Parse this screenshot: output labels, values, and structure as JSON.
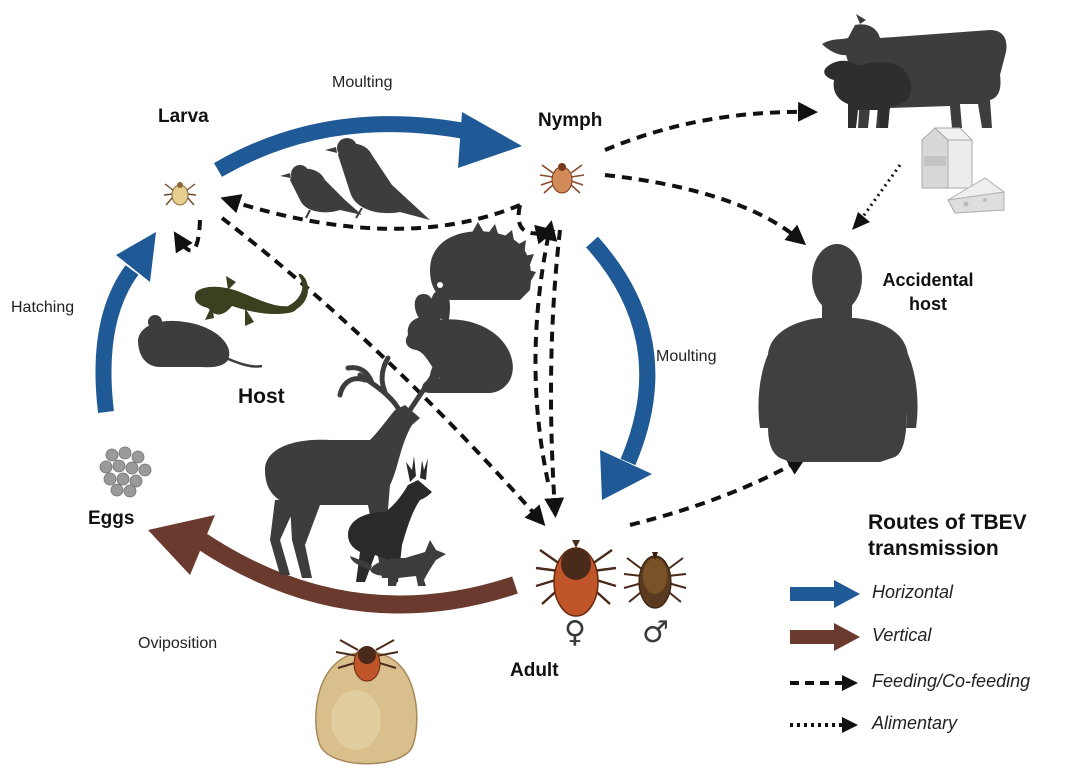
{
  "stages": {
    "larva": "Larva",
    "nymph": "Nymph",
    "adult": "Adult",
    "eggs": "Eggs"
  },
  "processes": {
    "moulting_top": "Moulting",
    "moulting_right": "Moulting",
    "hatching": "Hatching",
    "oviposition": "Oviposition"
  },
  "host_label": "Host",
  "accidental_host": {
    "line1": "Accidental",
    "line2": "host"
  },
  "sex_symbols": {
    "female": "♀",
    "male": "♂"
  },
  "legend": {
    "title_line1": "Routes of TBEV",
    "title_line2": "transmission",
    "items": [
      {
        "label": "Horizontal",
        "color": "#1f5a96",
        "style": "solid-thick"
      },
      {
        "label": "Vertical",
        "color": "#6b3a2e",
        "style": "solid-thick"
      },
      {
        "label": "Feeding/Co-feeding",
        "color": "#111111",
        "style": "dashed"
      },
      {
        "label": "Alimentary",
        "color": "#111111",
        "style": "dotted"
      }
    ]
  },
  "colors": {
    "horizontal": "#1f5a96",
    "vertical": "#6b3a2e",
    "silhouette": "#3d3d3d",
    "tick_red": "#c0552a",
    "tick_brown": "#6b4a2a",
    "egg_mass": "#d8bf8c"
  },
  "icons": [
    "larva-tick-icon",
    "nymph-tick-icon",
    "female-adult-tick-icon",
    "male-adult-tick-icon",
    "egg-cluster-icon",
    "engorged-tick-with-eggs-icon",
    "birds-icon",
    "hedgehog-icon",
    "rabbit-icon",
    "lizard-icon",
    "mouse-icon",
    "deer-icon",
    "roe-deer-icon",
    "fox-icon",
    "cow-icon",
    "sheep-icon",
    "milk-carton-icon",
    "cheese-icon",
    "human-torso-icon"
  ]
}
